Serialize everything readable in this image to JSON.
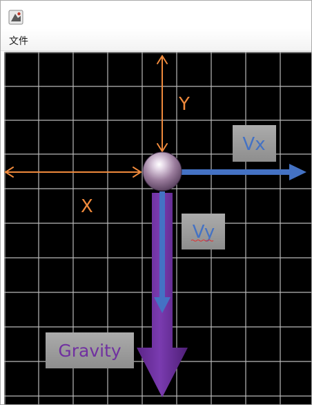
{
  "window": {
    "title": ""
  },
  "menubar": {
    "items": [
      {
        "label": "文件"
      }
    ]
  },
  "scene": {
    "labels": {
      "x_axis": "X",
      "y_axis": "Y",
      "vx": "Vx",
      "vy": "Vy",
      "gravity": "Gravity"
    },
    "colors": {
      "background": "#000000",
      "grid": "#cfcfcf",
      "measure": "#f08a3c",
      "velocity": "#4472c4",
      "gravity": "#7030a0",
      "label_box": "#9d9d9d"
    },
    "icons": {
      "ball": "sphere-ball-icon",
      "app": "app-window-icon"
    }
  }
}
